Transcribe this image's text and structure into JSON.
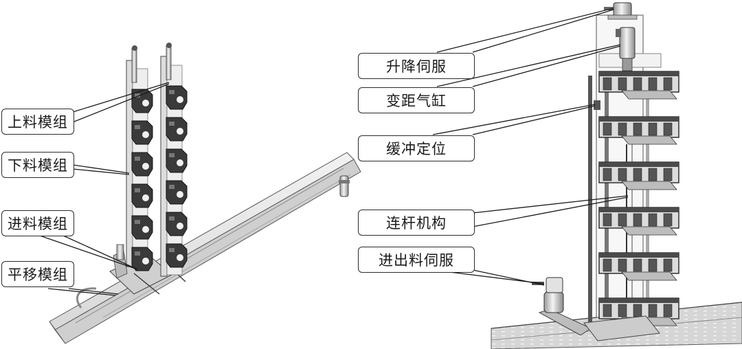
{
  "figure": {
    "left_view": {
      "labels": [
        {
          "id": "loading-module",
          "text": "上料模组"
        },
        {
          "id": "unloading-module",
          "text": "下料模组"
        },
        {
          "id": "feeding-module",
          "text": "进料模组"
        },
        {
          "id": "translation-module",
          "text": "平移模组"
        }
      ]
    },
    "right_view": {
      "labels": [
        {
          "id": "lift-servo",
          "text": "升降伺服"
        },
        {
          "id": "pitch-cylinder",
          "text": "变距气缸"
        },
        {
          "id": "buffer-positioning",
          "text": "缓冲定位"
        },
        {
          "id": "linkage-mechanism",
          "text": "连杆机构"
        },
        {
          "id": "in-out-servo",
          "text": "进出料伺服"
        }
      ]
    }
  },
  "colors": {
    "line": "#1a1a1a",
    "metal_light": "#e6e6e6",
    "metal_mid": "#bdbdbd",
    "metal_dark": "#3a3a3a",
    "background": "#ffffff"
  }
}
